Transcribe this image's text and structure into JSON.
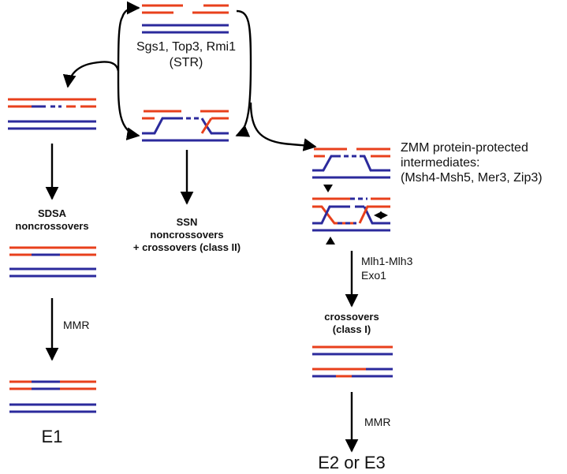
{
  "colors": {
    "red": "#e8401c",
    "blue": "#2b2a9c",
    "arrow": "#000000"
  },
  "labels": {
    "str_line1": "Sgs1, Top3, Rmi1",
    "str_line2": "(STR)",
    "sdsa_line1": "SDSA",
    "sdsa_line2": "noncrossovers",
    "ssn_line1": "SSN",
    "ssn_line2": "noncrossovers",
    "ssn_line3": "+ crossovers (class II)",
    "zmm_line1": "ZMM protein-protected",
    "zmm_line2": "intermediates:",
    "zmm_line3": "(Msh4-Msh5, Mer3, Zip3)",
    "mlh_line1": "Mlh1-Mlh3",
    "mlh_line2": "Exo1",
    "co_line1": "crossovers",
    "co_line2": "(class I)",
    "mmr_left": "MMR",
    "mmr_right": "MMR",
    "e1": "E1",
    "e2e3": "E2 or E3"
  }
}
